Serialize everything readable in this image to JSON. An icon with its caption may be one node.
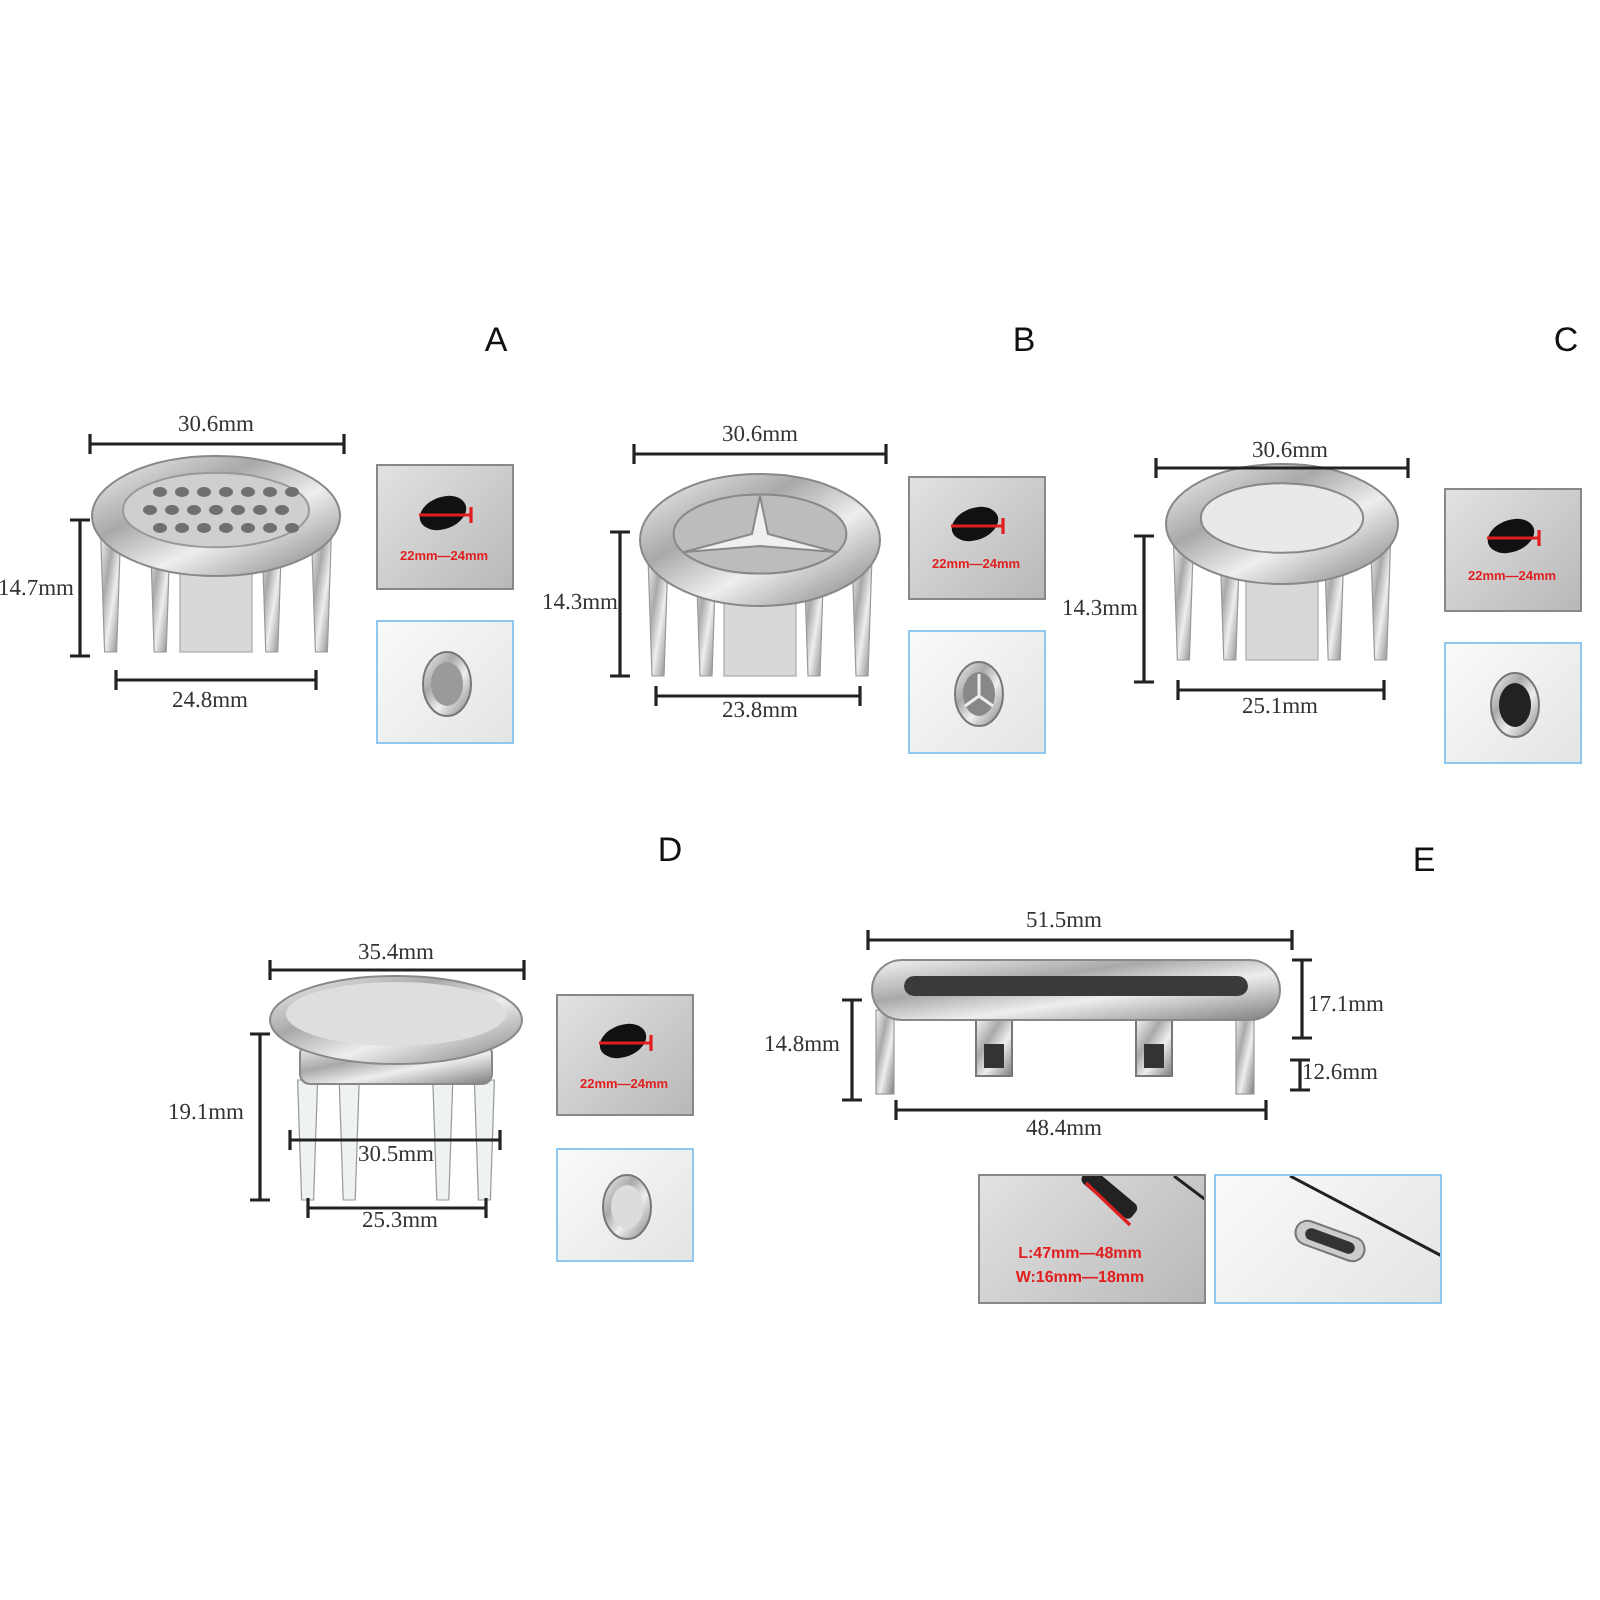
{
  "diagram": {
    "labels": [
      "A",
      "30.6mm",
      "14.7mm",
      "24.8mm",
      "22mm—24mm",
      "B",
      "30.6mm",
      "14.3mm",
      "23.8mm",
      "22mm—24mm",
      "C",
      "30.6mm",
      "14.3mm",
      "25.1mm",
      "22mm—24mm",
      "D",
      "35.4mm",
      "19.1mm",
      "30.5mm",
      "25.3mm",
      "22mm—24mm",
      "E",
      "51.5mm",
      "17.1mm",
      "14.8mm",
      "12.6mm",
      "48.4mm",
      "L:47mm—48mm",
      "W:16mm—18mm"
    ]
  }
}
